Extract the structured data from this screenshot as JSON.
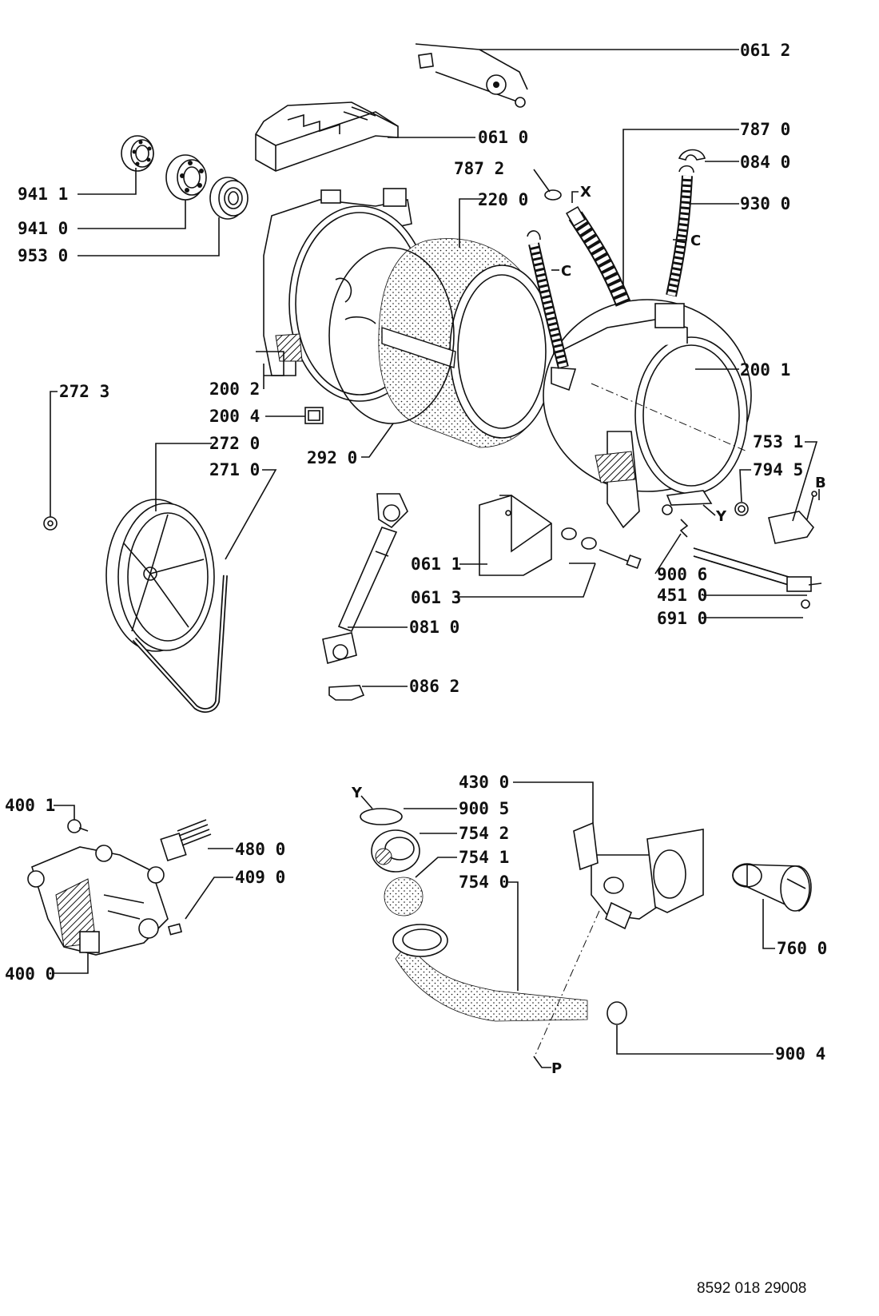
{
  "document_number": "8592 018 29008",
  "part_labels": {
    "p0612": "061 2",
    "p0610": "061 0",
    "p7870": "787 0",
    "p0840": "084 0",
    "p7872": "787 2",
    "p2200": "220 0",
    "p9300": "930 0",
    "p9411": "941 1",
    "p9410": "941 0",
    "p9530": "953 0",
    "p2723": "272 3",
    "p2002": "200 2",
    "p2004": "200 4",
    "p2720": "272 0",
    "p2710": "271 0",
    "p2920": "292 0",
    "p2001": "200 1",
    "p7531": "753 1",
    "p7945": "794 5",
    "p0611": "061 1",
    "p0613": "061 3",
    "p0810": "081 0",
    "p0862": "086 2",
    "p9006": "900 6",
    "p4510": "451 0",
    "p6910": "691 0",
    "p4001": "400 1",
    "p4800": "480 0",
    "p4090": "409 0",
    "p4000": "400 0",
    "p4300": "430 0",
    "p9005": "900 5",
    "p7542": "754 2",
    "p7541": "754 1",
    "p7540": "754 0",
    "p7600": "760 0",
    "p9004": "900 4"
  },
  "reference_letters": {
    "x": "X",
    "c1": "C",
    "c2": "C",
    "b": "B",
    "y1": "Y",
    "y2": "Y",
    "p": "P"
  }
}
